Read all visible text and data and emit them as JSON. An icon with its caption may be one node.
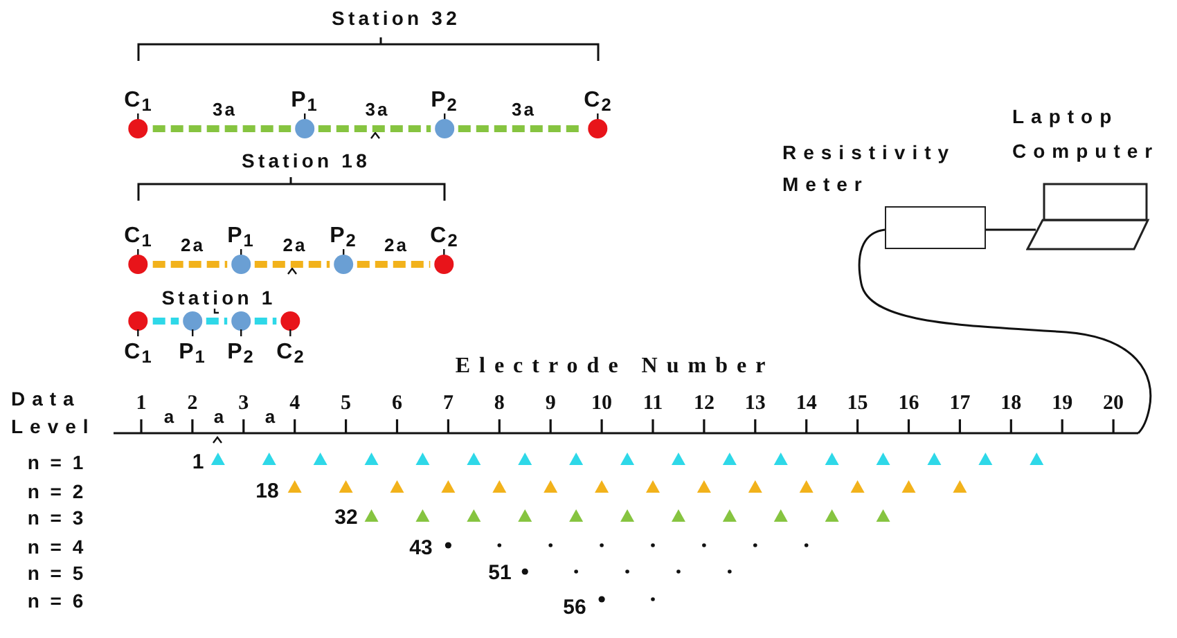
{
  "diagram": {
    "nodes": [
      {
        "text": [
          "C$_{1}$"
        ]
      },
      {
        "text": [
          "P$_{1}$"
        ]
      },
      {
        "text": [
          "P$_{2}$"
        ]
      },
      {
        "text": [
          "C$_{2}$"
        ]
      },
      {
        "text": [
          "C$_{1}$"
        ]
      },
      {
        "text": [
          "P$_{1}$"
        ]
      },
      {
        "text": [
          "P$_{2}$"
        ]
      },
      {
        "text": [
          "C$_{2}$"
        ]
      },
      {
        "text": [
          "C$_{1}$"
        ]
      },
      {
        "text": [
          "P$_{1}$"
        ]
      },
      {
        "text": [
          "P$_{2}$"
        ]
      },
      {
        "text": [
          "C$_{2}$"
        ]
      },
      {
        "text": [
          "Resistivity Meter"
        ]
      },
      {
        "text": [
          "Laptop Computer"
        ]
      },
      {
        "text": [],
        "shape": "line",
        "beside": [
          "1",
          "2",
          "3",
          "4",
          "5",
          "6",
          "7",
          "8",
          "9",
          "10",
          "11",
          "12",
          "13",
          "14",
          "15",
          "16",
          "17",
          "18",
          "19",
          "20"
        ]
      }
    ],
    "edges": [
      {
        "from": 0,
        "to": 1,
        "arrow": "none",
        "label": "3a",
        "style": "dashed",
        "color": "#86c440"
      },
      {
        "from": 1,
        "to": 2,
        "arrow": "none",
        "label": "3a",
        "style": "dashed",
        "color": "#86c440"
      },
      {
        "from": 2,
        "to": 3,
        "arrow": "none",
        "label": "3a",
        "style": "dashed",
        "color": "#86c440"
      },
      {
        "from": 4,
        "to": 5,
        "arrow": "none",
        "label": "2a",
        "style": "dashed",
        "color": "#f2b21b"
      },
      {
        "from": 5,
        "to": 6,
        "arrow": "none",
        "label": "2a",
        "style": "dashed",
        "color": "#f2b21b"
      },
      {
        "from": 6,
        "to": 7,
        "arrow": "none",
        "label": "2a",
        "style": "dashed",
        "color": "#f2b21b"
      },
      {
        "from": 8,
        "to": 9,
        "arrow": "none",
        "style": "dashed",
        "color": "#2ed8e8"
      },
      {
        "from": 9,
        "to": 10,
        "arrow": "none",
        "style": "dashed",
        "color": "#2ed8e8"
      },
      {
        "from": 10,
        "to": 11,
        "arrow": "none",
        "style": "dashed",
        "color": "#2ed8e8"
      },
      {
        "from": 12,
        "to": 13,
        "arrow": "none",
        "color": "#111111"
      },
      {
        "from": 12,
        "to": 14,
        "arrow": "none",
        "color": "#111111"
      }
    ],
    "labels": [
      "Station 32",
      "Station 18",
      "Station 1",
      "Electrode Number",
      "Data Level",
      "a",
      "a",
      "a",
      "n = 1",
      "1",
      "n = 2",
      "18",
      "n = 3",
      "32",
      "n = 4",
      "43",
      "n = 5",
      "51",
      "n = 6",
      "56"
    ]
  }
}
